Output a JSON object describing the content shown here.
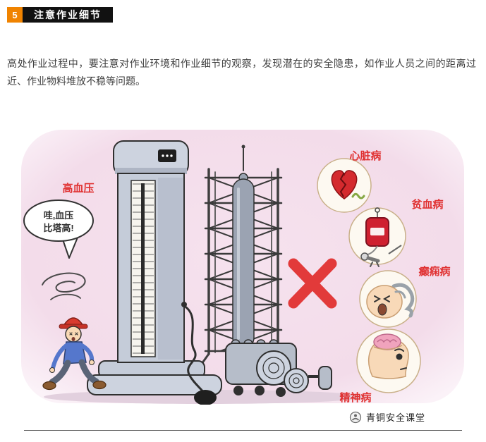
{
  "header": {
    "number": "5",
    "title": "注意作业细节"
  },
  "body_text": "高处作业过程中，要注意对作业环境和作业细节的观察，发现潜在的安全隐患，如作业人员之间的距离过近、作业物料堆放不稳等问题。",
  "illustration": {
    "speech_bubble": {
      "line1": "哇,血压",
      "line2": "比塔高!"
    },
    "meter_label": "高血压",
    "diseases": {
      "heart": "心脏病",
      "anemia": "贫血病",
      "epilepsy": "癫痫病",
      "mental": "精神病"
    }
  },
  "footer": {
    "brand": "青铜安全课堂"
  },
  "colors": {
    "badge_orange": "#f08300",
    "title_bar_black": "#111111",
    "label_red": "#e03131",
    "cross_red": "#e23a3a",
    "background_pink": "#f3dcea"
  }
}
